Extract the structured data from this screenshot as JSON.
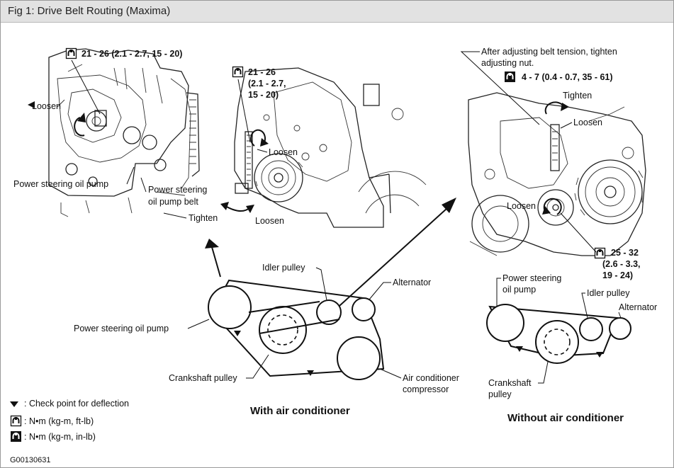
{
  "header": {
    "title": "Fig 1: Drive Belt Routing (Maxima)"
  },
  "top_left": {
    "torque": "21 - 26 (2.1 - 2.7, 15 - 20)",
    "loosen": "Loosen",
    "ps_pump": "Power steering oil pump",
    "ps_belt_1": "Power steering",
    "ps_belt_2": "oil pump belt",
    "tighten": "Tighten"
  },
  "top_middle": {
    "torque_1": "21 - 26",
    "torque_2": "(2.1 - 2.7,",
    "torque_3": "15 - 20)",
    "loosen_1": "Loosen",
    "loosen_2": "Loosen"
  },
  "top_right": {
    "note_1": "After adjusting belt tension, tighten",
    "note_2": "adjusting nut.",
    "torque": "4 - 7 (0.4 - 0.7, 35 - 61)",
    "tighten": "Tighten",
    "loosen_1": "Loosen",
    "loosen_2": "Loosen",
    "torque2_1": "25 - 32",
    "torque2_2": "(2.6 - 3.3,",
    "torque2_3": "19 - 24)"
  },
  "with_ac": {
    "idler": "Idler pulley",
    "alternator": "Alternator",
    "ps_pump": "Power steering oil pump",
    "crankshaft": "Crankshaft pulley",
    "ac_1": "Air conditioner",
    "ac_2": "compressor",
    "caption": "With air conditioner"
  },
  "without_ac": {
    "ps_1": "Power steering",
    "ps_2": "oil pump",
    "idler": "Idler pulley",
    "alternator": "Alternator",
    "crank_1": "Crankshaft",
    "crank_2": "pulley",
    "caption": "Without air conditioner"
  },
  "legend": {
    "check": ": Check point for deflection",
    "nm_ftlb": ": N•m (kg-m, ft-lb)",
    "nm_inlb": ": N•m (kg-m, in-lb)"
  },
  "figure_id": "G00130631"
}
